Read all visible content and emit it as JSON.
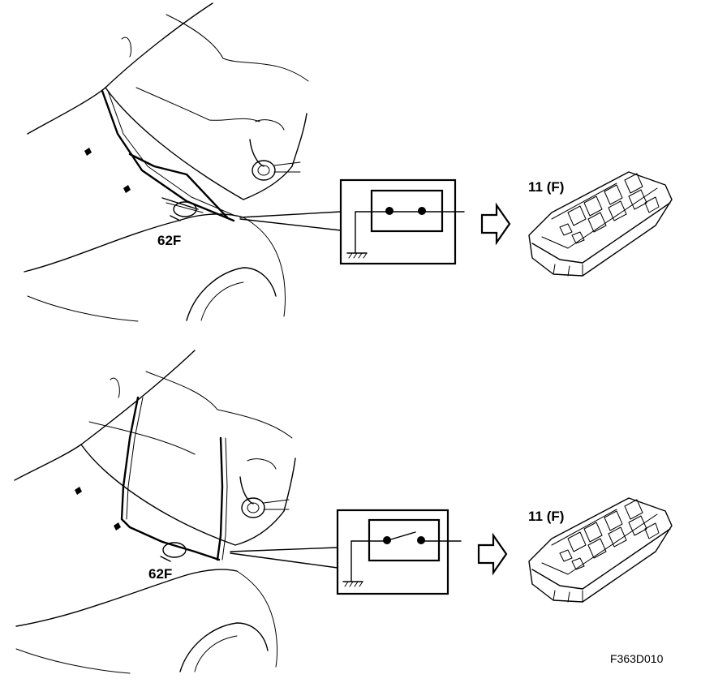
{
  "panels": [
    {
      "component_label": "62F",
      "fusebox_label": "11 (F)",
      "switch_state": "closed"
    },
    {
      "component_label": "62F",
      "fusebox_label": "11 (F)",
      "switch_state": "open"
    }
  ],
  "figure_code": "F363D010"
}
